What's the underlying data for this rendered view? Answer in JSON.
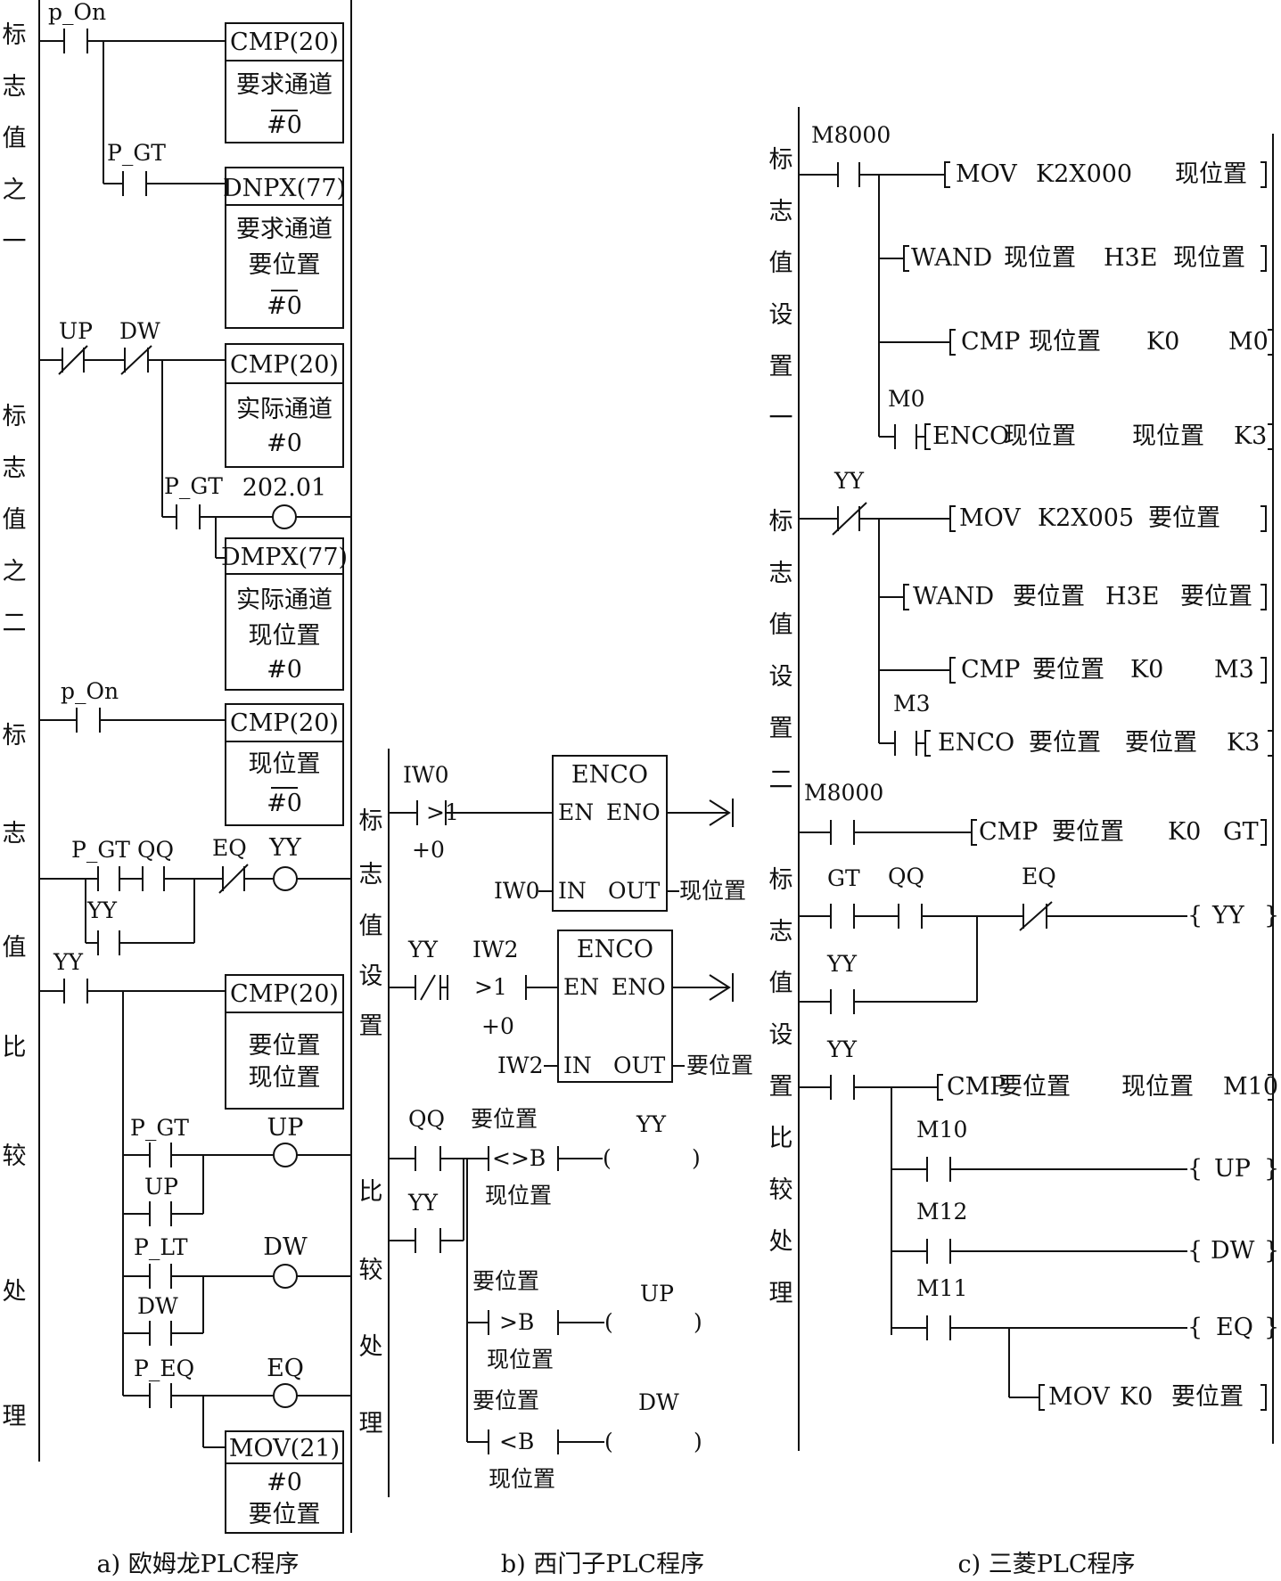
{
  "captions": {
    "a": "a) 欧姆龙PLC程序",
    "b": "b) 西门子PLC程序",
    "c": "c) 三菱PLC程序"
  },
  "panel_a": {
    "sections": [
      "标志值之一",
      "标志值之二",
      "标志值比较处理"
    ],
    "contacts": {
      "p_on": "p_On",
      "p_gt": "P_GT",
      "up": "UP",
      "dw": "DW",
      "p_gt2": "P_GT",
      "p_on2": "p_On",
      "p_gt3": "P_GT",
      "qq": "QQ",
      "eq": "EQ",
      "yy_b": "YY",
      "yy_c": "YY",
      "p_gt4": "P_GT",
      "up_b": "UP",
      "p_lt": "P_LT",
      "dw_b": "DW",
      "p_eq": "P_EQ"
    },
    "coils": {
      "c1": "202.01",
      "yy": "YY",
      "up": "UP",
      "dw": "DW",
      "eq": "EQ"
    },
    "boxes": {
      "b1": {
        "title": "CMP(20)",
        "l1": "要求通道",
        "l2": "#0"
      },
      "b2": {
        "title": "DNPX(77)",
        "l1": "要求通道",
        "l2": "要位置",
        "l3": "#0"
      },
      "b3": {
        "title": "CMP(20)",
        "l1": "实际通道",
        "l2": "#0"
      },
      "b4": {
        "title": "DMPX(77)",
        "l1": "实际通道",
        "l2": "现位置",
        "l3": "#0"
      },
      "b5": {
        "title": "CMP(20)",
        "l1": "现位置",
        "l2": "#0"
      },
      "b6": {
        "title": "CMP(20)",
        "l1": "要位置",
        "l2": "现位置"
      },
      "b7": {
        "title": "MOV(21)",
        "l1": "#0",
        "l2": "要位置"
      }
    }
  },
  "panel_b": {
    "sections": [
      "标志值设置",
      "比较处理"
    ],
    "r1": {
      "iw": "IW0",
      "op": ">1",
      "k": "+0",
      "title": "ENCO",
      "en": "EN",
      "eno": "ENO",
      "in_src": "IW0",
      "in": "IN",
      "out": "OUT",
      "out_dst": "现位置"
    },
    "r2": {
      "yy": "YY",
      "iw": "IW2",
      "op": ">1",
      "k": "+0",
      "title": "ENCO",
      "en": "EN",
      "eno": "ENO",
      "in_src": "IW2",
      "in": "IN",
      "out": "OUT",
      "out_dst": "要位置"
    },
    "r3": {
      "qq": "QQ",
      "yy": "YY",
      "cmp1": {
        "a": "要位置",
        "op": "<>B",
        "b": "现位置",
        "coil": "YY"
      },
      "cmp2": {
        "a": "要位置",
        "op": ">B",
        "b": "现位置",
        "coil": "UP"
      },
      "cmp3": {
        "a": "要位置",
        "op": "<B",
        "b": "现位置",
        "coil": "DW"
      }
    }
  },
  "panel_c": {
    "sections": [
      "标志值设置一",
      "标志值设置二",
      "标志值设置比较处理"
    ],
    "m8000": "M8000",
    "m0": "M0",
    "yy1": "YY",
    "m3": "M3",
    "m8000b": "M8000",
    "gt": "GT",
    "qq": "QQ",
    "eq": "EQ",
    "yy2": "YY",
    "yy3": "YY",
    "m10": "M10",
    "m12": "M12",
    "m11": "M11",
    "ins": {
      "i1": [
        "MOV",
        "K2X000",
        "现位置"
      ],
      "i2": [
        "WAND",
        "现位置",
        "H3E",
        "现位置"
      ],
      "i3": [
        "CMP",
        "现位置",
        "K0",
        "M0"
      ],
      "i4": [
        "ENCO",
        "现位置",
        "现位置",
        "K3"
      ],
      "i5": [
        "MOV",
        "K2X005",
        "要位置"
      ],
      "i6": [
        "WAND",
        "要位置",
        "H3E",
        "要位置"
      ],
      "i7": [
        "CMP",
        "要位置",
        "K0",
        "M3"
      ],
      "i8": [
        "ENCO",
        "要位置",
        "要位置",
        "K3"
      ],
      "i9": [
        "CMP",
        "要位置",
        "K0",
        "GT"
      ],
      "i10": [
        "CMP",
        "要位置",
        "现位置",
        "M10"
      ],
      "i11": [
        "MOV",
        "K0",
        "要位置"
      ]
    },
    "coils": {
      "yy": "YY",
      "up": "UP",
      "dw": "DW",
      "eq": "EQ"
    }
  }
}
